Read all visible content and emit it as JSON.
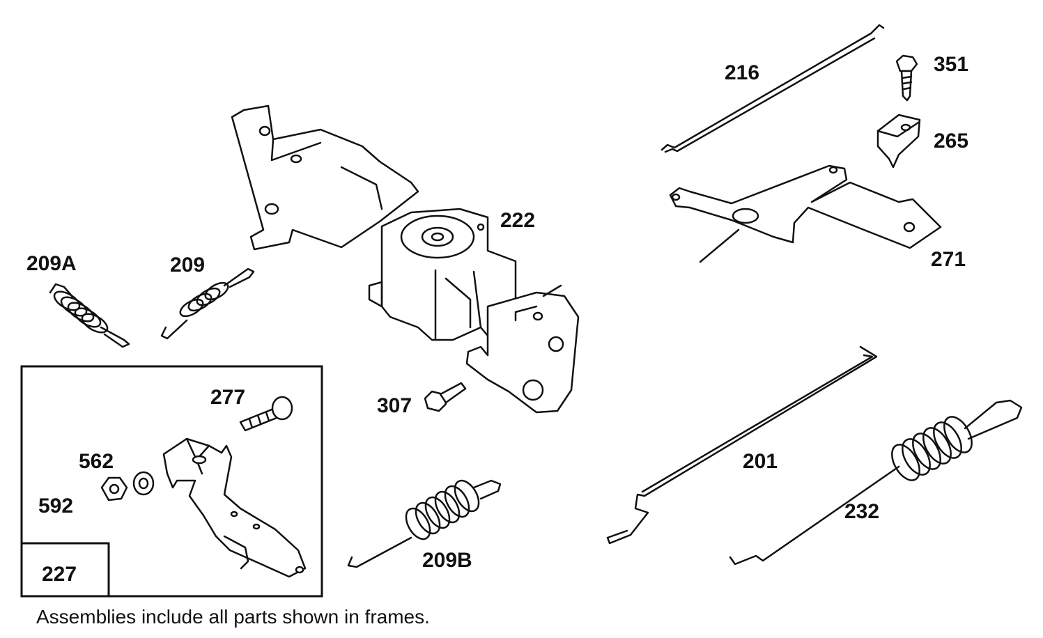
{
  "labels": {
    "p216": "216",
    "p351": "351",
    "p265": "265",
    "p271": "271",
    "p222": "222",
    "p209A": "209A",
    "p209": "209",
    "p277": "277",
    "p307": "307",
    "p562": "562",
    "p592": "592",
    "p227": "227",
    "p201": "201",
    "p232": "232",
    "p209B": "209B"
  },
  "note": "Assemblies include all parts shown in frames.",
  "colors": {
    "line": "#111111",
    "background": "#ffffff"
  }
}
